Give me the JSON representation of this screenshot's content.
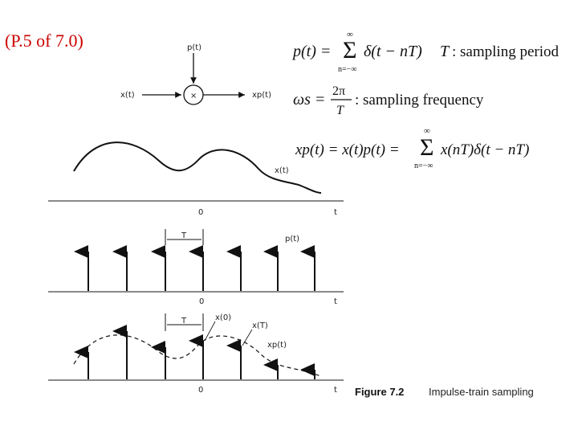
{
  "slide": {
    "label": "(P.5 of 7.0)",
    "label_color": "#cc0000"
  },
  "block_diagram": {
    "input_label": "x(t)",
    "carrier_label": "p(t)",
    "multiplier_symbol": "×",
    "output_label": "xp(t)"
  },
  "equations": {
    "pulse_train": {
      "lhs": "p(t) =",
      "sum_top": "∞",
      "sum_bottom": "n=−∞",
      "body": "δ(t − nT)",
      "def_symbol": "T",
      "def_text": ": sampling period"
    },
    "sampling_freq": {
      "lhs": "ωs =",
      "numerator": "2π",
      "denominator": "T",
      "text": ": sampling frequency"
    },
    "product": {
      "lhs": "xp(t) = x(t)p(t) =",
      "sum_top": "∞",
      "sum_bottom": "n=−∞",
      "body": "x(nT)δ(t − nT)"
    }
  },
  "plots": {
    "x_signal": {
      "label": "x(t)",
      "origin": "0",
      "axis": "t"
    },
    "p_train": {
      "label": "p(t)",
      "origin": "0",
      "axis": "t",
      "period": "T"
    },
    "xp_samples": {
      "label": "xp(t)",
      "origin": "0",
      "axis": "t",
      "period": "T",
      "x0_label": "x(0)",
      "xT_label": "x(T)"
    }
  },
  "caption": {
    "figure": "Figure 7.2",
    "text": "Impulse-train sampling"
  }
}
